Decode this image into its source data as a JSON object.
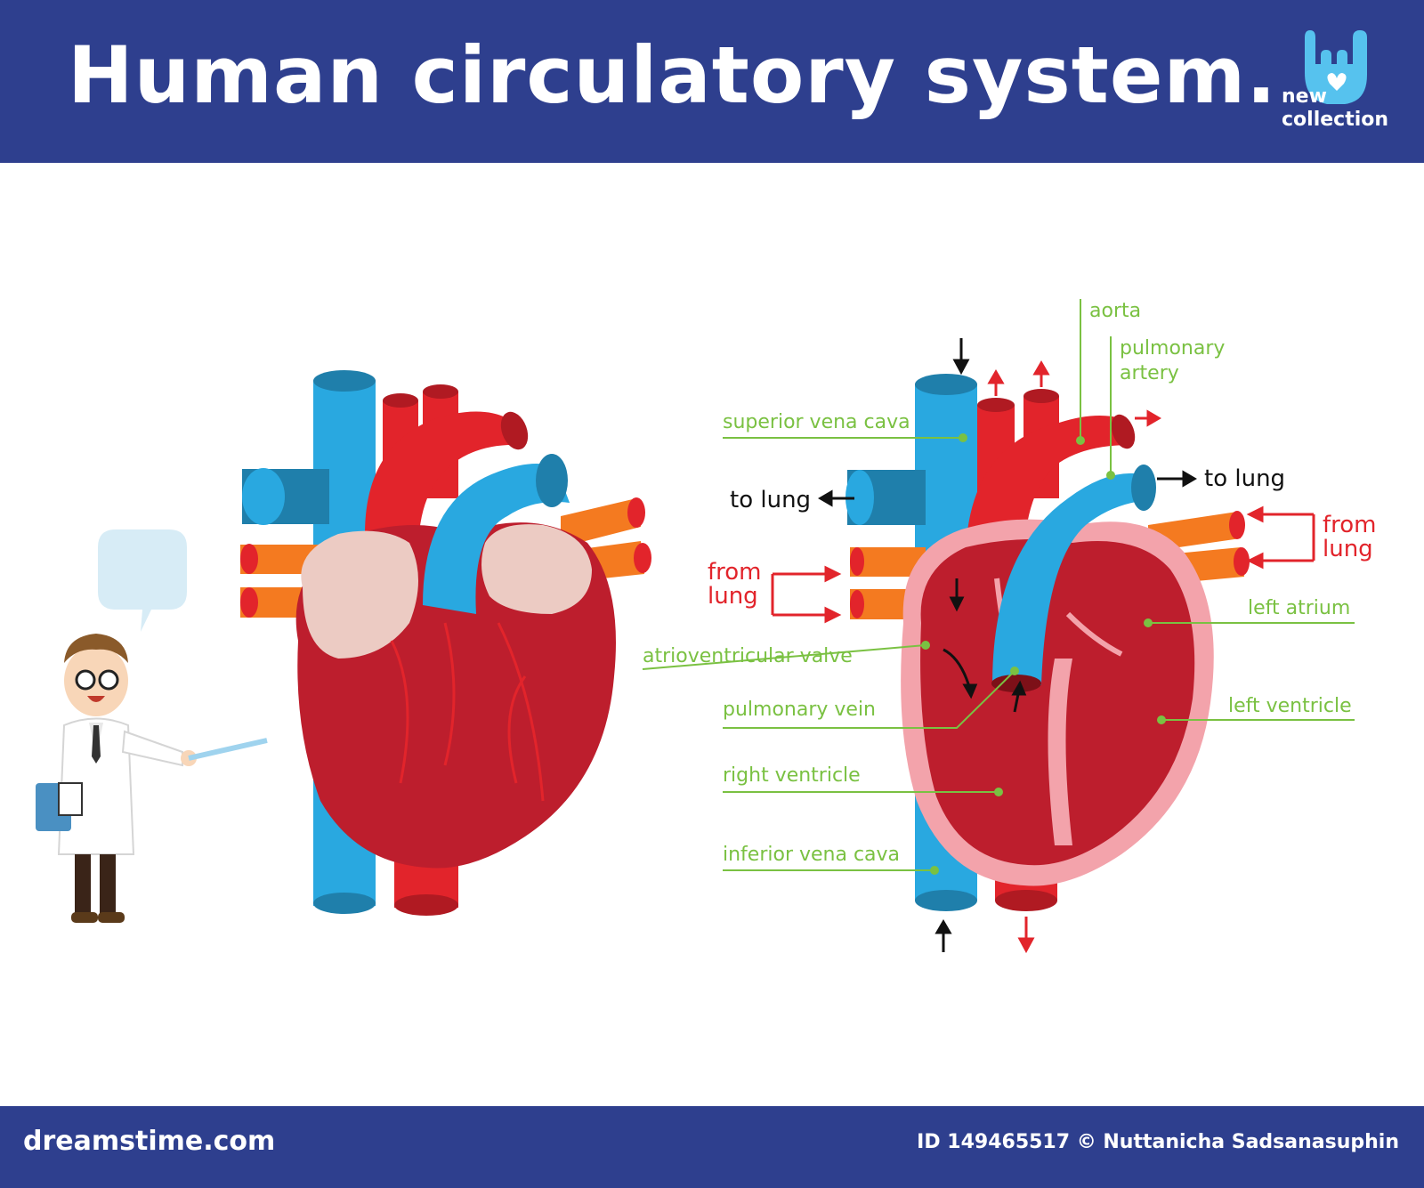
{
  "header": {
    "title": "Human circulatory system.",
    "brand": {
      "line1": "new",
      "line2": "collection",
      "icon": "rock-hand-heart-icon"
    }
  },
  "labels": {
    "aorta": "aorta",
    "pulmonary_artery_1": "pulmonary",
    "pulmonary_artery_2": "artery",
    "superior_vena_cava": "superior vena cava",
    "to_lung_left": "to lung",
    "to_lung_right": "to lung",
    "from_lung_left_1": "from",
    "from_lung_left_2": "lung",
    "from_lung_right_1": "from",
    "from_lung_right_2": "lung",
    "left_atrium": "left atrium",
    "atrioventricular_valve": "atrioventricular valve",
    "pulmonary_vein": "pulmonary vein",
    "left_ventricle": "left ventricle",
    "right_ventricle": "right ventricle",
    "inferior_vena_cava": "inferior vena cava"
  },
  "footer": {
    "site": "dreamstime.com",
    "credit": "ID 149465517 © Nuttanicha Sadsanasuphin"
  },
  "colors": {
    "header_bg": "#2e3f8e",
    "vein_blue": "#29a8e0",
    "artery_red": "#e2242b",
    "heart_dark": "#bd1e2d",
    "atrium_pink": "#eccbc3",
    "pulmonary_vein_orange": "#f47a20",
    "label_green": "#7ac142"
  }
}
